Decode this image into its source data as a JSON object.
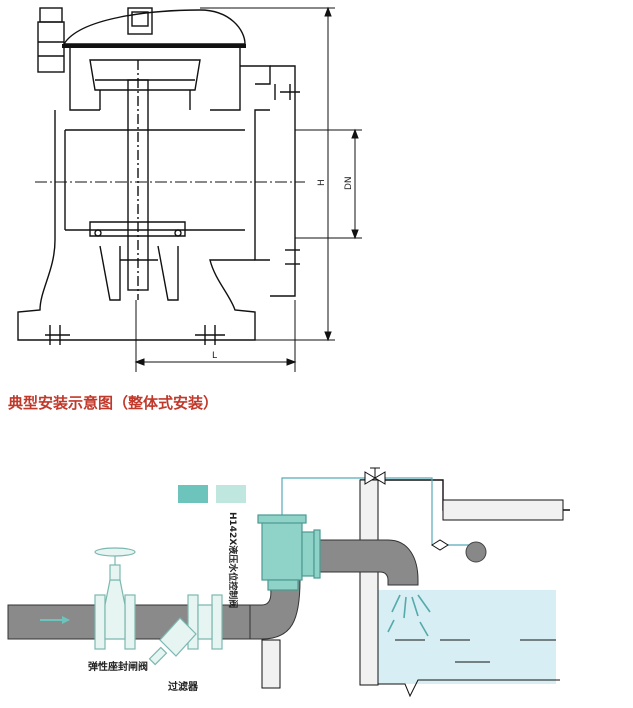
{
  "section_title": "典型安装示意图（整体式安装）",
  "dimensions": {
    "height_label": "H",
    "diameter_label": "DN",
    "length_label": "L"
  },
  "installation": {
    "control_valve_label": "H142X液压水位控制阀",
    "gate_valve_label": "弹性座封闸阀",
    "filter_label": "过滤器"
  },
  "colors": {
    "caption": "#c0392b",
    "valve_body": "#8fd3c8",
    "pipe": "#8a8a8a",
    "swatch_dark": "#6cc4bd",
    "swatch_light": "#bfe6df",
    "water": "#d7eef4",
    "outline": "#111111"
  }
}
